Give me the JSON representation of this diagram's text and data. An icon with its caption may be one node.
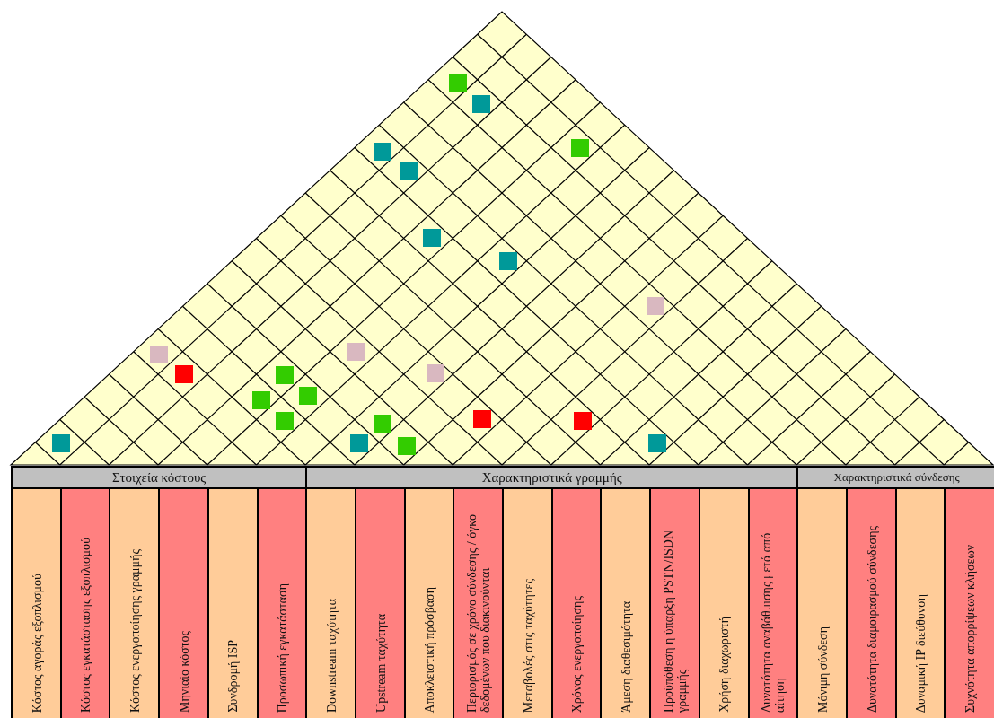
{
  "diagram": {
    "nodes": [
      {
        "text": [
          "Στοιχεία κόστους"
        ]
      },
      {
        "text": [
          "Χαρακτηριστικά γραμμής"
        ]
      },
      {
        "text": [
          "Χαρακτηριστικά σύνδεσης"
        ]
      },
      {
        "text": [
          "Κόστος αγοράς εξοπλισμού"
        ]
      },
      {
        "text": [
          "Κόστος εγκατάστασης εξοπλισμού"
        ]
      },
      {
        "text": [
          "Κόστος ενεργοποίησης γραμμής"
        ]
      },
      {
        "text": [
          "Μηνιαίο κόστος"
        ]
      },
      {
        "text": [
          "Συνδρομή ISP"
        ]
      },
      {
        "text": [
          "Προσωπική εγκατάσταση"
        ]
      },
      {
        "text": [
          "Downstream ταχύτητα"
        ]
      },
      {
        "text": [
          "Upstream ταχύτητα"
        ]
      },
      {
        "text": [
          "Αποκλειστική πρόσβαση"
        ]
      },
      {
        "text": [
          "Περιορισμός σε χρόνο σύνδεσης / όγκο δεδομένων που διακινούνται"
        ]
      },
      {
        "text": [
          "Μεταβολές στις ταχύτητες"
        ]
      },
      {
        "text": [
          "Χρόνος ενεργοποίησης"
        ]
      },
      {
        "text": [
          "Άμεση διαθεσιμότητα"
        ]
      },
      {
        "text": [
          "Προϋπόθεση η ύπαρξη PSTN/ISDN γραμμής"
        ]
      },
      {
        "text": [
          "Χρήση διαχωριστή"
        ]
      },
      {
        "text": [
          "Δυνατότητα αναβάθμισης μετά από αίτηση"
        ]
      },
      {
        "text": [
          "Μόνιμη σύνδεση"
        ]
      },
      {
        "text": [
          "Δυνατότητα διαμοιρασμού σύνδεσης"
        ]
      },
      {
        "text": [
          "Δυναμική IP διεύθυνση"
        ]
      },
      {
        "text": [
          "Συχνότητα απορρίψεων κλήσεων"
        ]
      }
    ]
  }
}
